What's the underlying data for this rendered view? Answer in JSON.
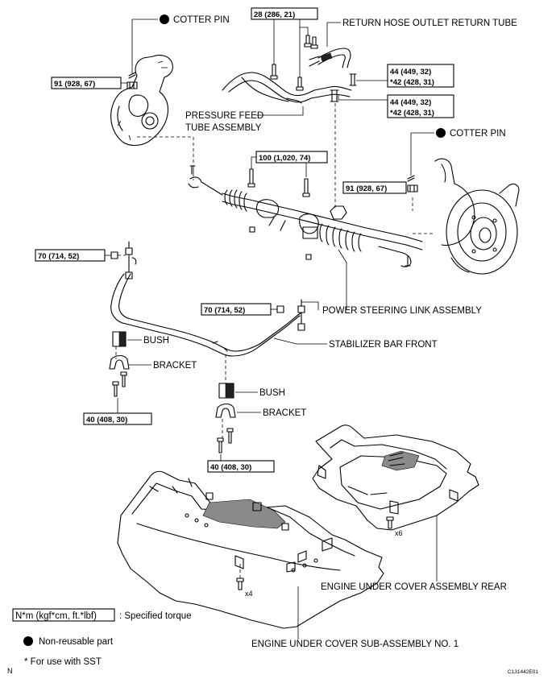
{
  "labels": {
    "cotter_pin_left": "COTTER PIN",
    "return_hose": "RETURN HOSE OUTLET RETURN TUBE",
    "pressure_feed_line1": "PRESSURE FEED",
    "pressure_feed_line2": "TUBE ASSEMBLY",
    "cotter_pin_right": "COTTER PIN",
    "power_steering_link": "POWER STEERING LINK ASSEMBLY",
    "bush_upper": "BUSH",
    "stabilizer_bar": "STABILIZER BAR FRONT",
    "bracket_upper": "BRACKET",
    "bush_lower": "BUSH",
    "bracket_lower": "BRACKET",
    "cover_rear": "ENGINE UNDER COVER  ASSEMBLY REAR",
    "cover_no1": "ENGINE UNDER COVER SUB-ASSEMBLY NO. 1",
    "qty_x6": "x6",
    "qty_x4": "x4"
  },
  "torques": {
    "t28": "28 (286, 21)",
    "t91_left": "91 (928, 67)",
    "t44_a1": "44 (449, 32)",
    "t44_a2": "*42 (428, 31)",
    "t44_b1": "44 (449, 32)",
    "t44_b2": "*42 (428, 31)",
    "t100": "100 (1,020, 74)",
    "t91_right": "91 (928, 67)",
    "t70_left": "70 (714, 52)",
    "t70_right": "70 (714, 52)",
    "t40_left": "40 (408, 30)",
    "t40_right": "40 (408, 30)"
  },
  "legend": {
    "unit_box": "N*m (kgf*cm, ft.*lbf)",
    "unit_desc": ": Specified torque",
    "non_reusable": "Non-reusable part",
    "sst": "* For use with SST"
  },
  "corner": {
    "left": "N",
    "right": "C131442E01"
  }
}
